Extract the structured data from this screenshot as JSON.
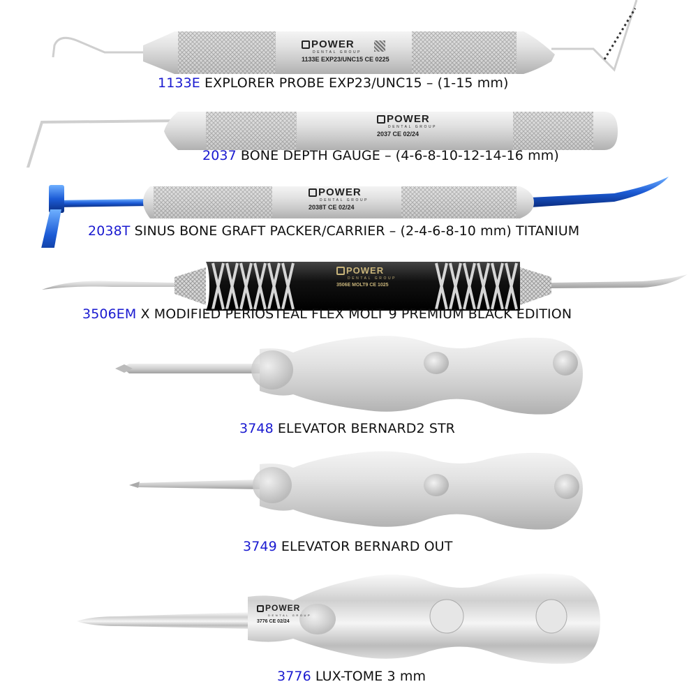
{
  "accent_colors": {
    "code_text": "#1a1ad0",
    "caption_text": "#111111",
    "titanium_blue": "#1c5bd6",
    "black_handle": "#111111"
  },
  "brand": {
    "name": "POWER",
    "subtitle": "DENTAL GROUP"
  },
  "products": [
    {
      "code": "1133E",
      "title": "EXPLORER PROBE EXP23/UNC15 – (1-15 mm)",
      "engraving": "1133E  EXP23/UNC15  CE 0225"
    },
    {
      "code": "2037",
      "title": "BONE DEPTH GAUGE – (4-6-8-10-12-14-16 mm)",
      "engraving": "2037 CE 02/24"
    },
    {
      "code": "2038T",
      "title": "SINUS BONE GRAFT PACKER/CARRIER – (2-4-6-8-10 mm) TITANIUM",
      "engraving": "2038T CE 02/24"
    },
    {
      "code": "3506EM",
      "title": "X MODIFIED PERIOSTEAL FLEX MOLT 9  PREMIUM BLACK EDITION",
      "engraving": "3506E MOLT9 CE 1025"
    },
    {
      "code": "3748",
      "title": "ELEVATOR BERNARD2 STR"
    },
    {
      "code": "3749",
      "title": "ELEVATOR BERNARD OUT"
    },
    {
      "code": "3776",
      "title": "LUX-TOME 3 mm",
      "engraving": "3776 CE 02/24"
    }
  ]
}
